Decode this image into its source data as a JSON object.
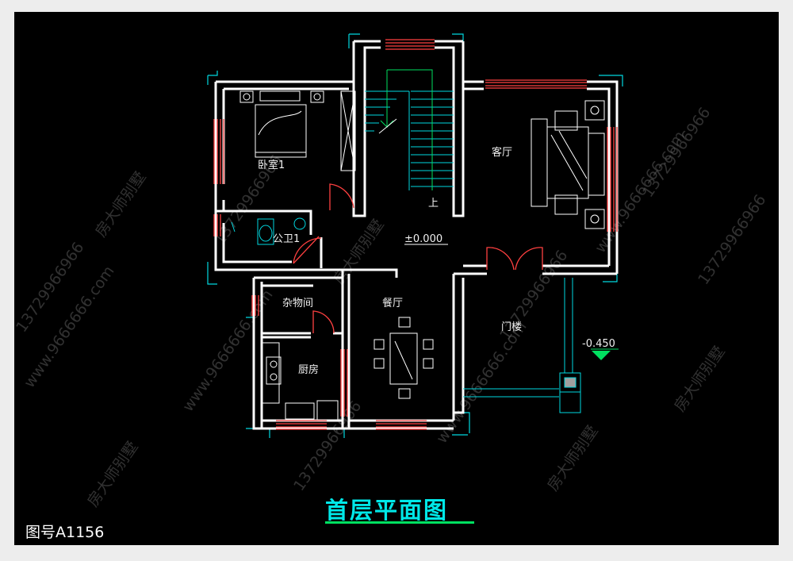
{
  "drawing": {
    "title": "首层平面图",
    "drawing_number": "图号A1156"
  },
  "rooms": {
    "bedroom": "卧室1",
    "bathroom": "公卫1",
    "storage": "杂物间",
    "kitchen": "厨房",
    "dining": "餐厅",
    "living": "客厅",
    "entrance": "门楼"
  },
  "stair_label": "上",
  "levels": {
    "floor": "±0.000",
    "porch": "-0.450"
  },
  "watermark": {
    "phone": "13729966966",
    "site": "www.9666666.com",
    "brand": "房大师别墅"
  },
  "colors": {
    "background": "#000000",
    "wall": "#ffffff",
    "window": "#ff4040",
    "title": "#00e8e8",
    "underline": "#00e060"
  }
}
